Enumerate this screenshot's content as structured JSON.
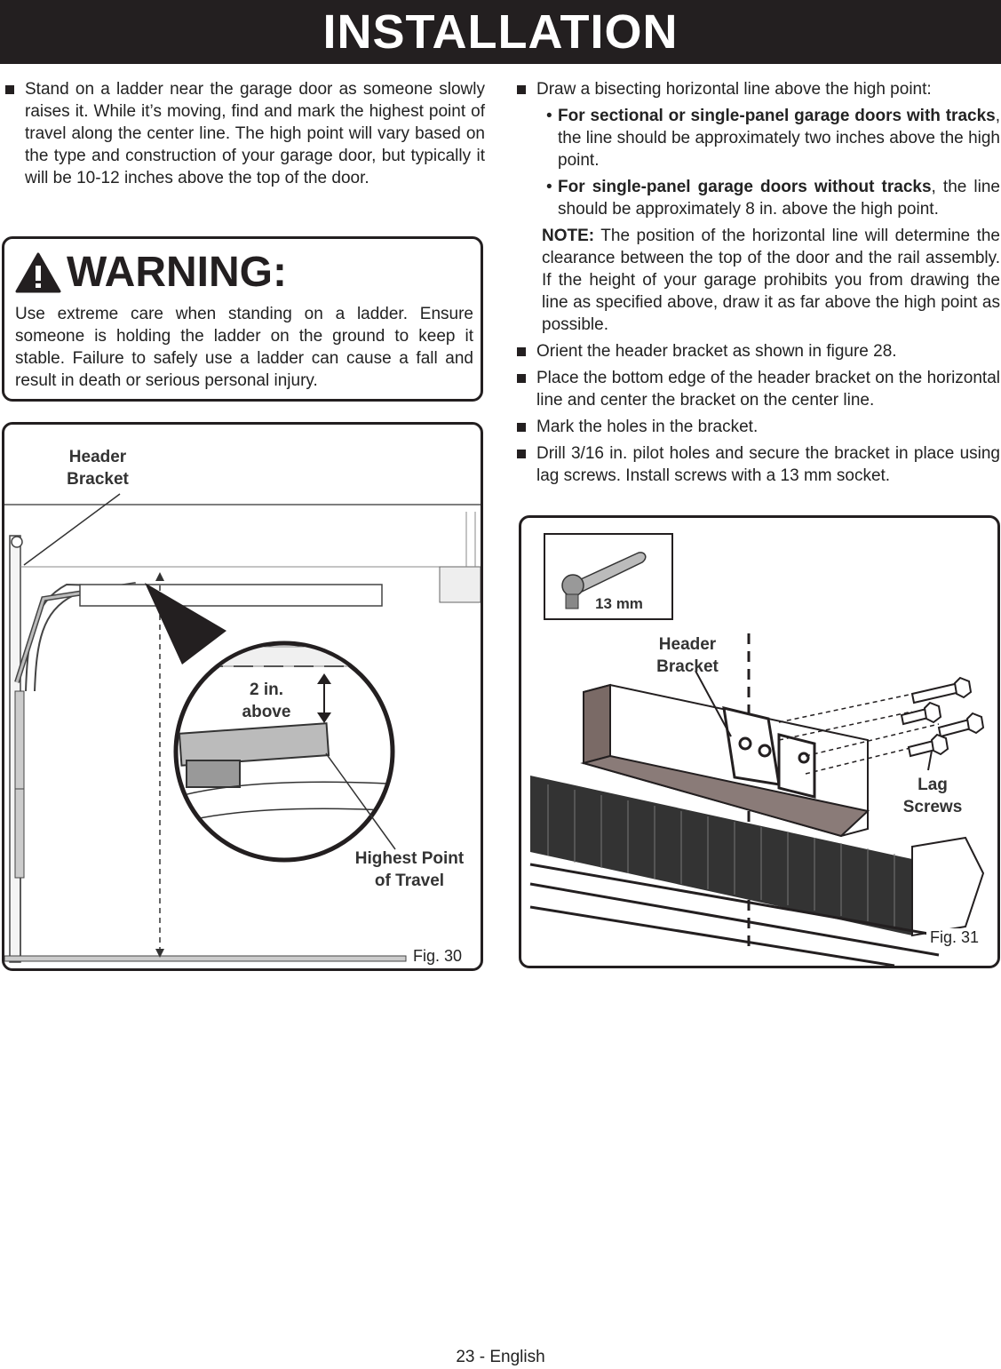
{
  "header": {
    "title": "INSTALLATION"
  },
  "left_column": {
    "step1": "Stand on a ladder near the garage door as someone slowly raises it. While it’s moving, find and mark the highest point of travel along the center line. The high point will vary based on the type and construction of your garage door, but typically it will be 10-12 inches above the top of the door."
  },
  "warning": {
    "title": "WARNING:",
    "text": "Use extreme care when standing on a ladder. Ensure someone is holding the ladder on the ground to keep it stable. Failure to safely use a ladder can cause a fall and result in death or serious personal injury."
  },
  "right_column": {
    "step2": "Draw a bisecting horizontal line above the high point:",
    "sub1_bold": "For sectional or single-panel garage doors with tracks",
    "sub1_rest": ", the line should be approximately two inches above the high point.",
    "sub2_bold": "For single-panel garage doors without tracks",
    "sub2_rest": ", the line should be approximately 8 in. above the high point.",
    "note_label": "NOTE:",
    "note_text": " The position of the horizontal line will determine the clearance between the top of the door and the rail assembly. If the height of your garage prohibits you from drawing the line as specified above, draw it as far above the high point as possible.",
    "step3": "Orient the header bracket as shown in figure 28.",
    "step4": "Place the bottom edge of the header bracket on the horizontal line and center the bracket on the center line.",
    "step5": "Mark the holes in the bracket.",
    "step6": "Drill 3/16 in. pilot holes and secure the bracket in place using lag screws. Install screws with a 13 mm socket."
  },
  "fig30": {
    "label": "Fig. 30",
    "header_bracket": "Header Bracket",
    "above": "2 in. above",
    "highest_point": "Highest Point of Travel"
  },
  "fig31": {
    "label": "Fig. 31",
    "socket": "13 mm",
    "header_bracket": "Header Bracket",
    "lag_screws": "Lag Screws"
  },
  "footer": {
    "page": "23 - English"
  }
}
